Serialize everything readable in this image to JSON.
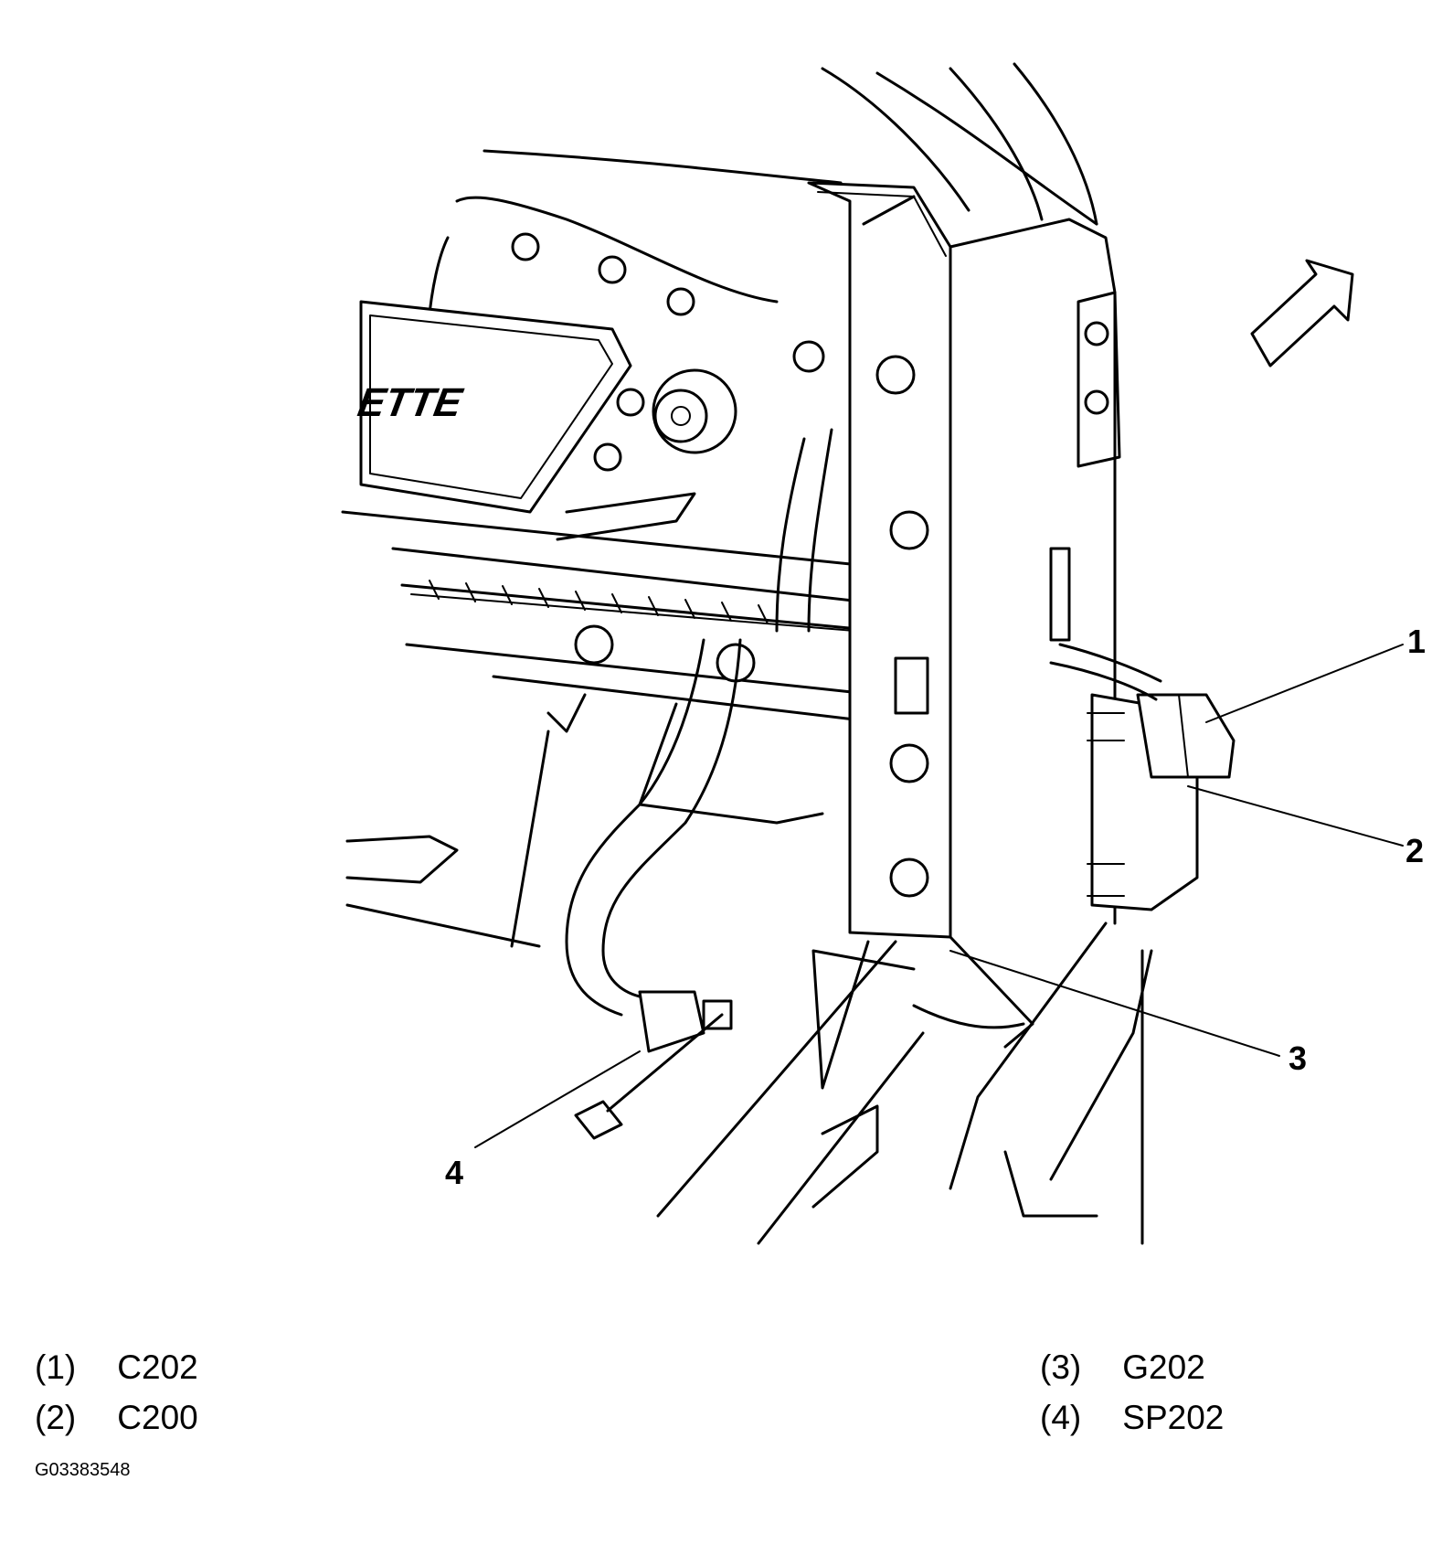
{
  "diagram": {
    "emblem_text": "ETTE",
    "callouts": [
      {
        "number": "1",
        "code": "C202"
      },
      {
        "number": "2",
        "code": "C200"
      },
      {
        "number": "3",
        "code": "G202"
      },
      {
        "number": "4",
        "code": "SP202"
      }
    ]
  },
  "legend": [
    {
      "number": "(1)",
      "code": "C202"
    },
    {
      "number": "(2)",
      "code": "C200"
    },
    {
      "number": "(3)",
      "code": "G202"
    },
    {
      "number": "(4)",
      "code": "SP202"
    }
  ],
  "figure_id": "G03383548"
}
